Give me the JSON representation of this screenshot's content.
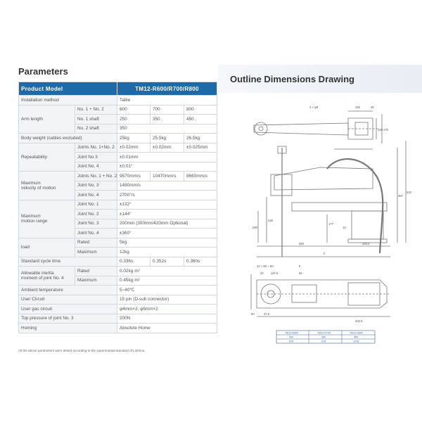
{
  "left_title": "Parameters",
  "right_title": "Outline Dimensions Drawing",
  "header": {
    "label": "Product Model",
    "model": "TM12-R600/R700/R800"
  },
  "rows": {
    "installation": {
      "label": "Installation method",
      "value": "Table"
    },
    "arm_length": {
      "label": "Arm length",
      "sub": [
        {
          "label": "No. 1 + No. 2",
          "values": [
            "600",
            "700",
            "800"
          ]
        },
        {
          "label": "No. 1 shaft",
          "values": [
            "250",
            "350",
            "450"
          ]
        },
        {
          "label": "No. 2 shaft",
          "value": "350"
        }
      ]
    },
    "body_weight": {
      "label": "Body weight (cables excluded)",
      "values": [
        "25kg",
        "25.5kg",
        "26.5kg"
      ]
    },
    "repeatability": {
      "label": "Repeatability",
      "sub": [
        {
          "label": "Joints No. 1+No. 2",
          "values": [
            "±0.02mm",
            "±0.02mm",
            "±0.025mm"
          ]
        },
        {
          "label": "Joint No 3",
          "value": "±0.01mm"
        },
        {
          "label": "Joint No. 4",
          "value": "±0.01°"
        }
      ]
    },
    "max_velocity": {
      "label1": "Maximum",
      "label2": "velocity of motion",
      "sub": [
        {
          "label": "Joints No. 1 + No. 2",
          "values": [
            "9570mm/s",
            "10470mm/s",
            "8660mm/s"
          ]
        },
        {
          "label": "Joint No. 3",
          "value": "1480mm/s"
        },
        {
          "label": "Joint No. 4",
          "value": "2700°/s"
        }
      ]
    },
    "motion_range": {
      "label1": "Maximum",
      "label2": "motion range",
      "sub": [
        {
          "label": "Joint No. 1",
          "value": "±132°"
        },
        {
          "label": "Joint No. 2",
          "value": "±144°"
        },
        {
          "label": "Joint No. 3",
          "value": "200mm (300mm/420mm Optional)"
        },
        {
          "label": "Joint No. 4",
          "value": "±360°"
        }
      ]
    },
    "load": {
      "label": "load",
      "sub": [
        {
          "label": "Rated",
          "value": "5kg"
        },
        {
          "label": "Maximum",
          "value": "12kg"
        }
      ]
    },
    "cycle_time": {
      "label": "Standard cycle time",
      "values": [
        "0.336s",
        "0.352s",
        "0.360s"
      ]
    },
    "inertia": {
      "label1": "Allowable inertia",
      "label2": "moment of joint No. 4",
      "sub": [
        {
          "label": "Rated",
          "value": "0.02kg·m²"
        },
        {
          "label": "Maximum",
          "value": "0.45kg·m²"
        }
      ]
    },
    "ambient": {
      "label": "Ambient temperature",
      "value": "5~40℃"
    },
    "user_circuit": {
      "label": "User Circuit",
      "value": "15 pin (D-sub connector)"
    },
    "user_gas": {
      "label": "User gas circuit",
      "value": "φ4mm×2, φ6mm×2"
    },
    "top_pressure": {
      "label": "Top pressure of joint No. 3",
      "value": "200N"
    },
    "homing": {
      "label": "Homing",
      "value": "Absolute Home"
    }
  },
  "footnote": "All the above parameters were tested according to the experimental standard of Linkhou.",
  "drawing": {
    "top_dims": [
      "4 × φ9",
      "150",
      "30",
      "120",
      "170"
    ],
    "side_dims": [
      "387",
      "532",
      "200",
      "248",
      "177",
      "10",
      "350",
      "280.5",
      "h"
    ],
    "bottom_dims": [
      "10 × 80 = 60",
      "8",
      "20",
      "167.5",
      "56",
      "50",
      "37.5",
      "232.5"
    ],
    "mini_table": {
      "header": [
        "TM12-R600",
        "TM12-R700",
        "TM12-R800"
      ],
      "rows": [
        [
          "250",
          "350",
          "450"
        ],
        [
          "878",
          "978",
          "1078"
        ]
      ]
    }
  }
}
